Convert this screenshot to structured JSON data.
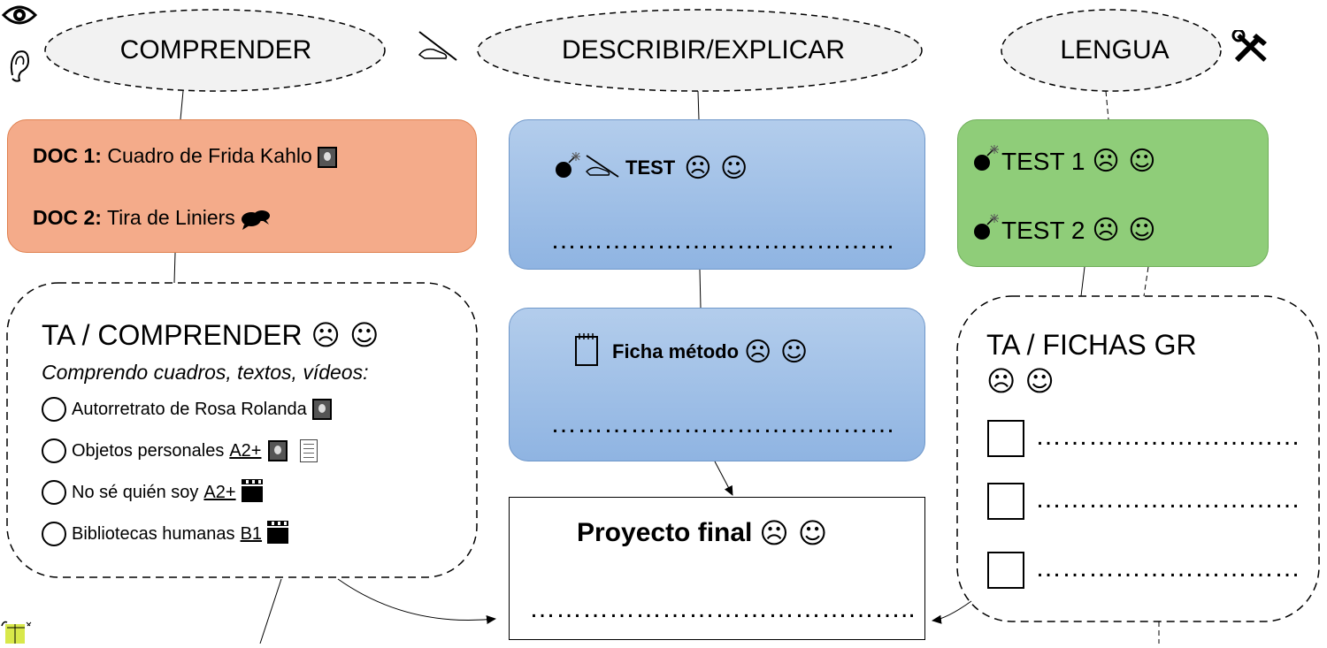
{
  "ovals": {
    "comprender": "COMPRENDER",
    "describir": "DESCRIBIR/EXPLICAR",
    "lengua": "LENGUA"
  },
  "doc_box": {
    "doc1_label": "DOC 1:",
    "doc1_text": "Cuadro de Frida Kahlo",
    "doc2_label": "DOC 2:",
    "doc2_text": "Tira de Liniers"
  },
  "test_box": {
    "label": "TEST",
    "smileys": "☹ ☺",
    "dots": "…………………………………"
  },
  "ficha_box": {
    "label": "Ficha método",
    "smileys": "☹ ☺",
    "dots": "…………………………………"
  },
  "lengua_tests": {
    "test1": "TEST 1",
    "test2": "TEST 2",
    "smileys": "☹ ☺"
  },
  "ta_comprender": {
    "title": "TA / COMPRENDER",
    "smileys": "☹ ☺",
    "subtitle": "Comprendo cuadros, textos, vídeos:",
    "items": [
      {
        "text": "Autorretrato de Rosa Rolanda",
        "level": ""
      },
      {
        "text": "Objetos personales",
        "level": "A2+"
      },
      {
        "text": "No sé quién soy",
        "level": "A2+"
      },
      {
        "text": "Bibliotecas humanas",
        "level": "B1"
      }
    ]
  },
  "ta_fichas": {
    "title": "TA / FICHAS GR",
    "smileys": "☹ ☺",
    "dots": "…………………………"
  },
  "proyecto": {
    "label": "Proyecto final",
    "smileys": "☹ ☺",
    "dots": "…………………………………….."
  },
  "icons": {
    "eye": "eye-icon",
    "ear": "ear-icon",
    "writing": "writing-hand-icon",
    "tools": "tools-icon",
    "bomb": "bomb-icon"
  },
  "colors": {
    "orange": "#f4ab8a",
    "blue": "#9dbde6",
    "green": "#8fcd79"
  }
}
